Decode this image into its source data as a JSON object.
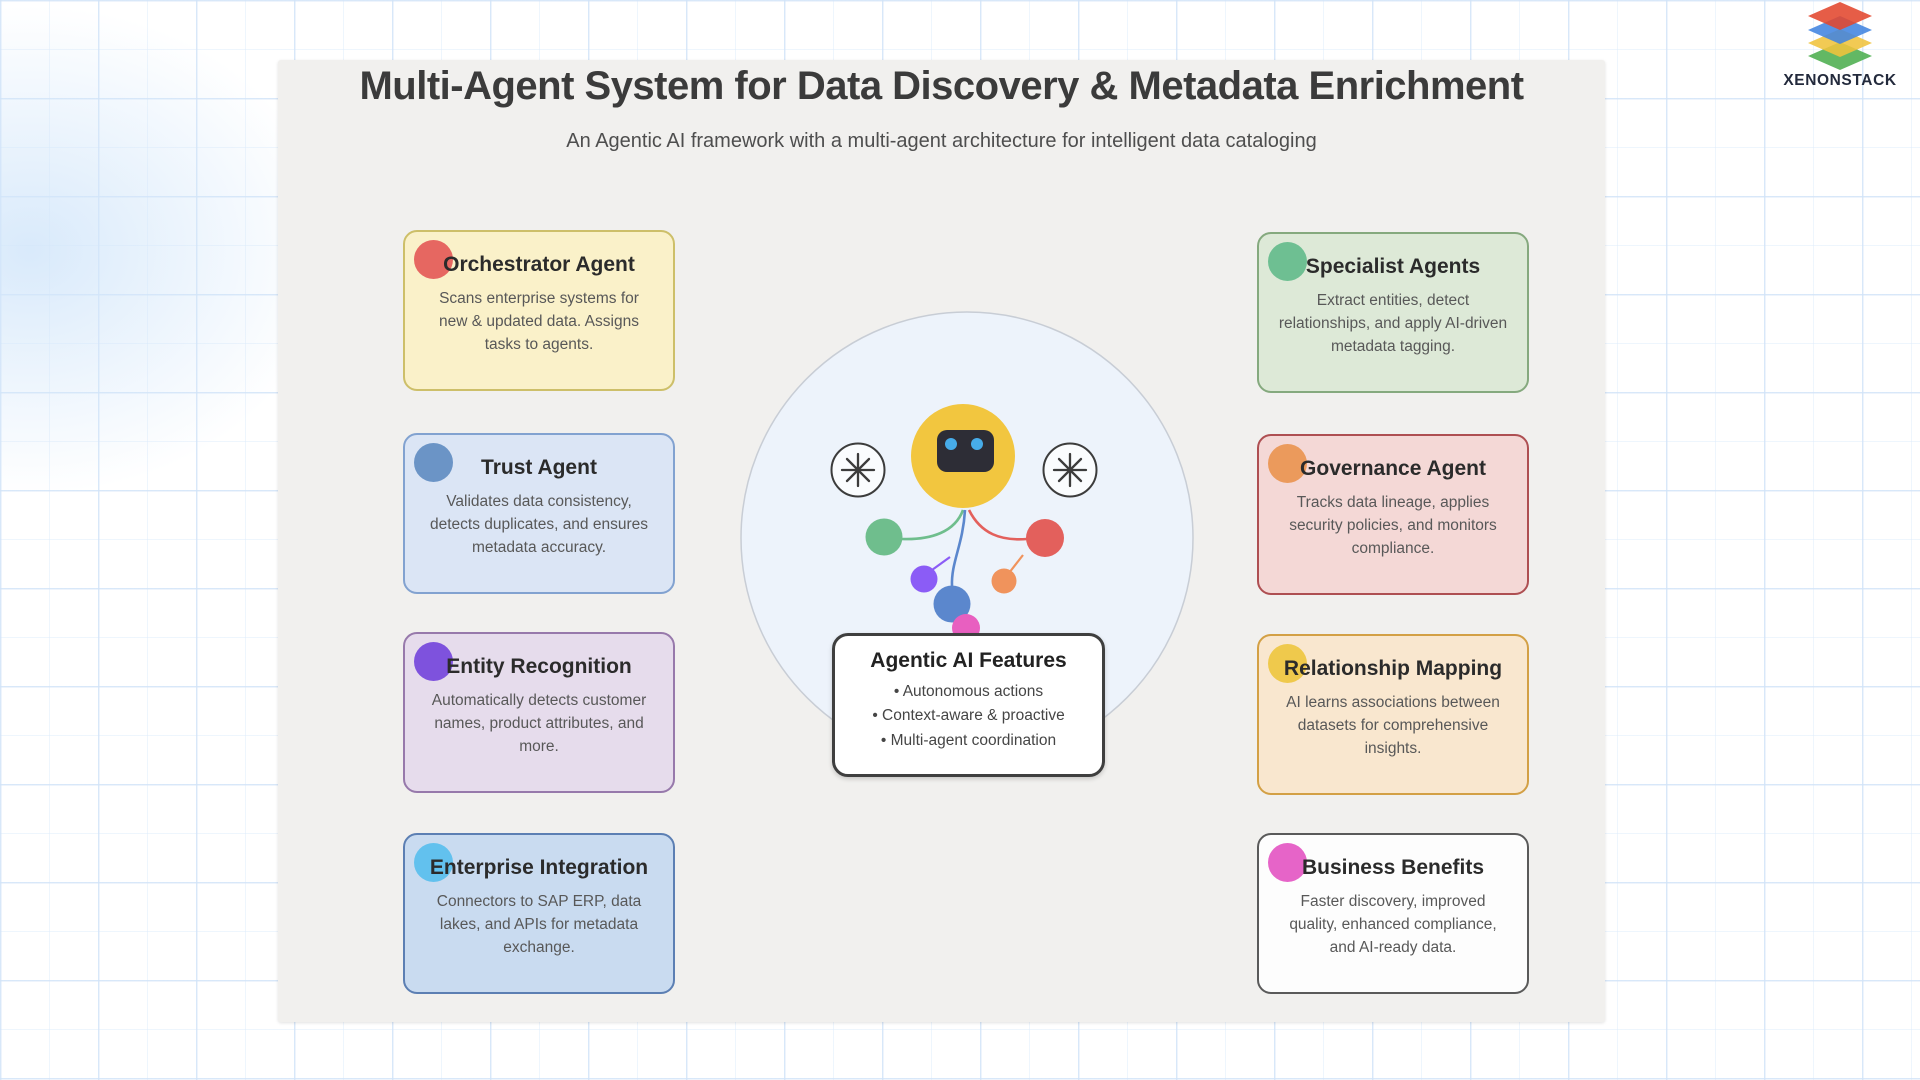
{
  "page": {
    "title": "Multi-Agent System for Data Discovery & Metadata Enrichment",
    "subtitle": "An Agentic AI framework with a multi-agent architecture for intelligent data cataloging"
  },
  "brand": {
    "wordmark": "XENONSTACK",
    "layer_colors": {
      "top": "#e2472e",
      "second": "#4184e0",
      "third": "#f0c33c",
      "bottom": "#4cae4f"
    }
  },
  "cards": {
    "left": [
      {
        "title": "Orchestrator Agent",
        "body": "Scans enterprise systems for new & updated data. Assigns tasks to agents.",
        "bg": "#faf1c9",
        "border": "#cdbf69",
        "badge": "#e66761"
      },
      {
        "title": "Trust Agent",
        "body": "Validates data consistency, detects duplicates, and ensures metadata accuracy.",
        "bg": "#dbe5f5",
        "border": "#82a2d0",
        "badge": "#6b94c6"
      },
      {
        "title": "Entity Recognition",
        "body": "Automatically detects customer names, product attributes, and more.",
        "bg": "#e6dcec",
        "border": "#9779ab",
        "badge": "#7e52dd"
      },
      {
        "title": "Enterprise Integration",
        "body": "Connectors to SAP ERP, data lakes, and APIs for metadata exchange.",
        "bg": "#c9dbf0",
        "border": "#5c7fb3",
        "badge": "#62c1ee"
      }
    ],
    "right": [
      {
        "title": "Specialist Agents",
        "body": "Extract entities, detect relationships, and apply AI-driven metadata tagging.",
        "bg": "#dde9d7",
        "border": "#85a97e",
        "badge": "#6ebf92"
      },
      {
        "title": "Governance Agent",
        "body": "Tracks data lineage, applies security policies, and monitors compliance.",
        "bg": "#f4d8d6",
        "border": "#ae4f52",
        "badge": "#eb9a5c"
      },
      {
        "title": "Relationship Mapping",
        "body": "AI learns associations between datasets for comprehensive insights.",
        "bg": "#f9e7cf",
        "border": "#d3a045",
        "badge": "#efc94c"
      },
      {
        "title": "Business Benefits",
        "body": "Faster discovery, improved quality, enhanced compliance, and AI-ready data.",
        "bg": "#fdfdfd",
        "border": "#5a5a5a",
        "badge": "#e664c8"
      }
    ]
  },
  "center": {
    "features_title": "Agentic AI Features",
    "features_items": [
      "• Autonomous actions",
      "• Context-aware & proactive",
      "• Multi-agent coordination"
    ],
    "hub_colors": {
      "circle_fill": "#edf3fb",
      "circle_stroke": "#c8cdd5",
      "robot_yellow": "#f2c63f",
      "robot_head": "#2d2d36",
      "robot_eye": "#47ace9",
      "asterisk_stroke": "#3c3c3c"
    },
    "dot_colors": {
      "green": "#6fbe8d",
      "red": "#e3605c",
      "purple": "#8b5cf6",
      "orange": "#f0935c",
      "blue": "#5b87cd",
      "pink": "#e85fc0"
    }
  }
}
